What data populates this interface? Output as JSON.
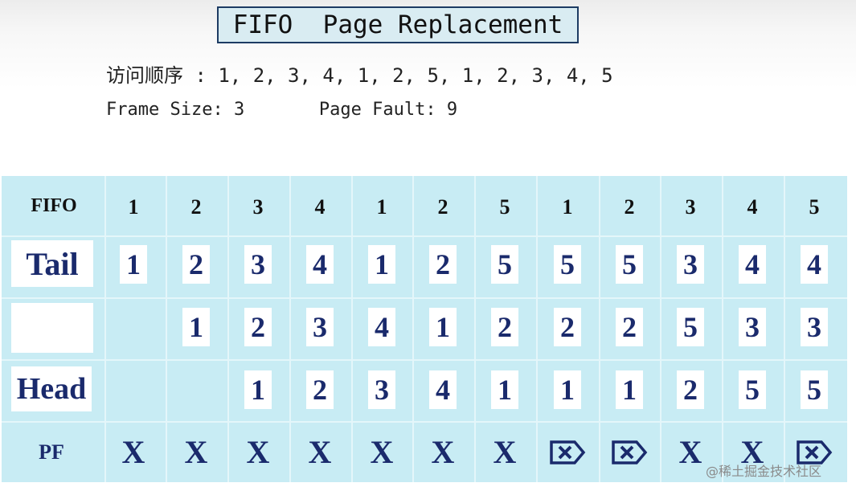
{
  "title": "FIFO  Page Replacement",
  "access_order_label": "访问顺序 : ",
  "access_order_values": "1, 2, 3, 4, 1, 2, 5, 1, 2, 3, 4, 5",
  "frame_size_text": "Frame Size: 3",
  "page_fault_text": "Page Fault: 9",
  "table": {
    "corner_label": "FIFO",
    "row_labels": {
      "tail": "Tail",
      "middle": "",
      "head": "Head",
      "pf": "PF"
    },
    "columns": [
      "1",
      "2",
      "3",
      "4",
      "1",
      "2",
      "5",
      "1",
      "2",
      "3",
      "4",
      "5"
    ],
    "tail": [
      "1",
      "2",
      "3",
      "4",
      "1",
      "2",
      "5",
      "5",
      "5",
      "3",
      "4",
      "4"
    ],
    "middle": [
      "",
      "1",
      "2",
      "3",
      "4",
      "1",
      "2",
      "2",
      "2",
      "5",
      "3",
      "3"
    ],
    "head": [
      "",
      "",
      "1",
      "2",
      "3",
      "4",
      "1",
      "1",
      "1",
      "2",
      "5",
      "5"
    ],
    "pf": [
      "X",
      "X",
      "X",
      "X",
      "X",
      "X",
      "X",
      "hit",
      "hit",
      "X",
      "X",
      "hit"
    ],
    "fault_mark": "X",
    "hit_icon": "boxed-x-tag-icon"
  },
  "watermark": "@稀土掘金技术社区",
  "colors": {
    "table_bg": "#c8ecf4",
    "digit": "#1a2a6c",
    "title_border": "#1d3b63"
  }
}
